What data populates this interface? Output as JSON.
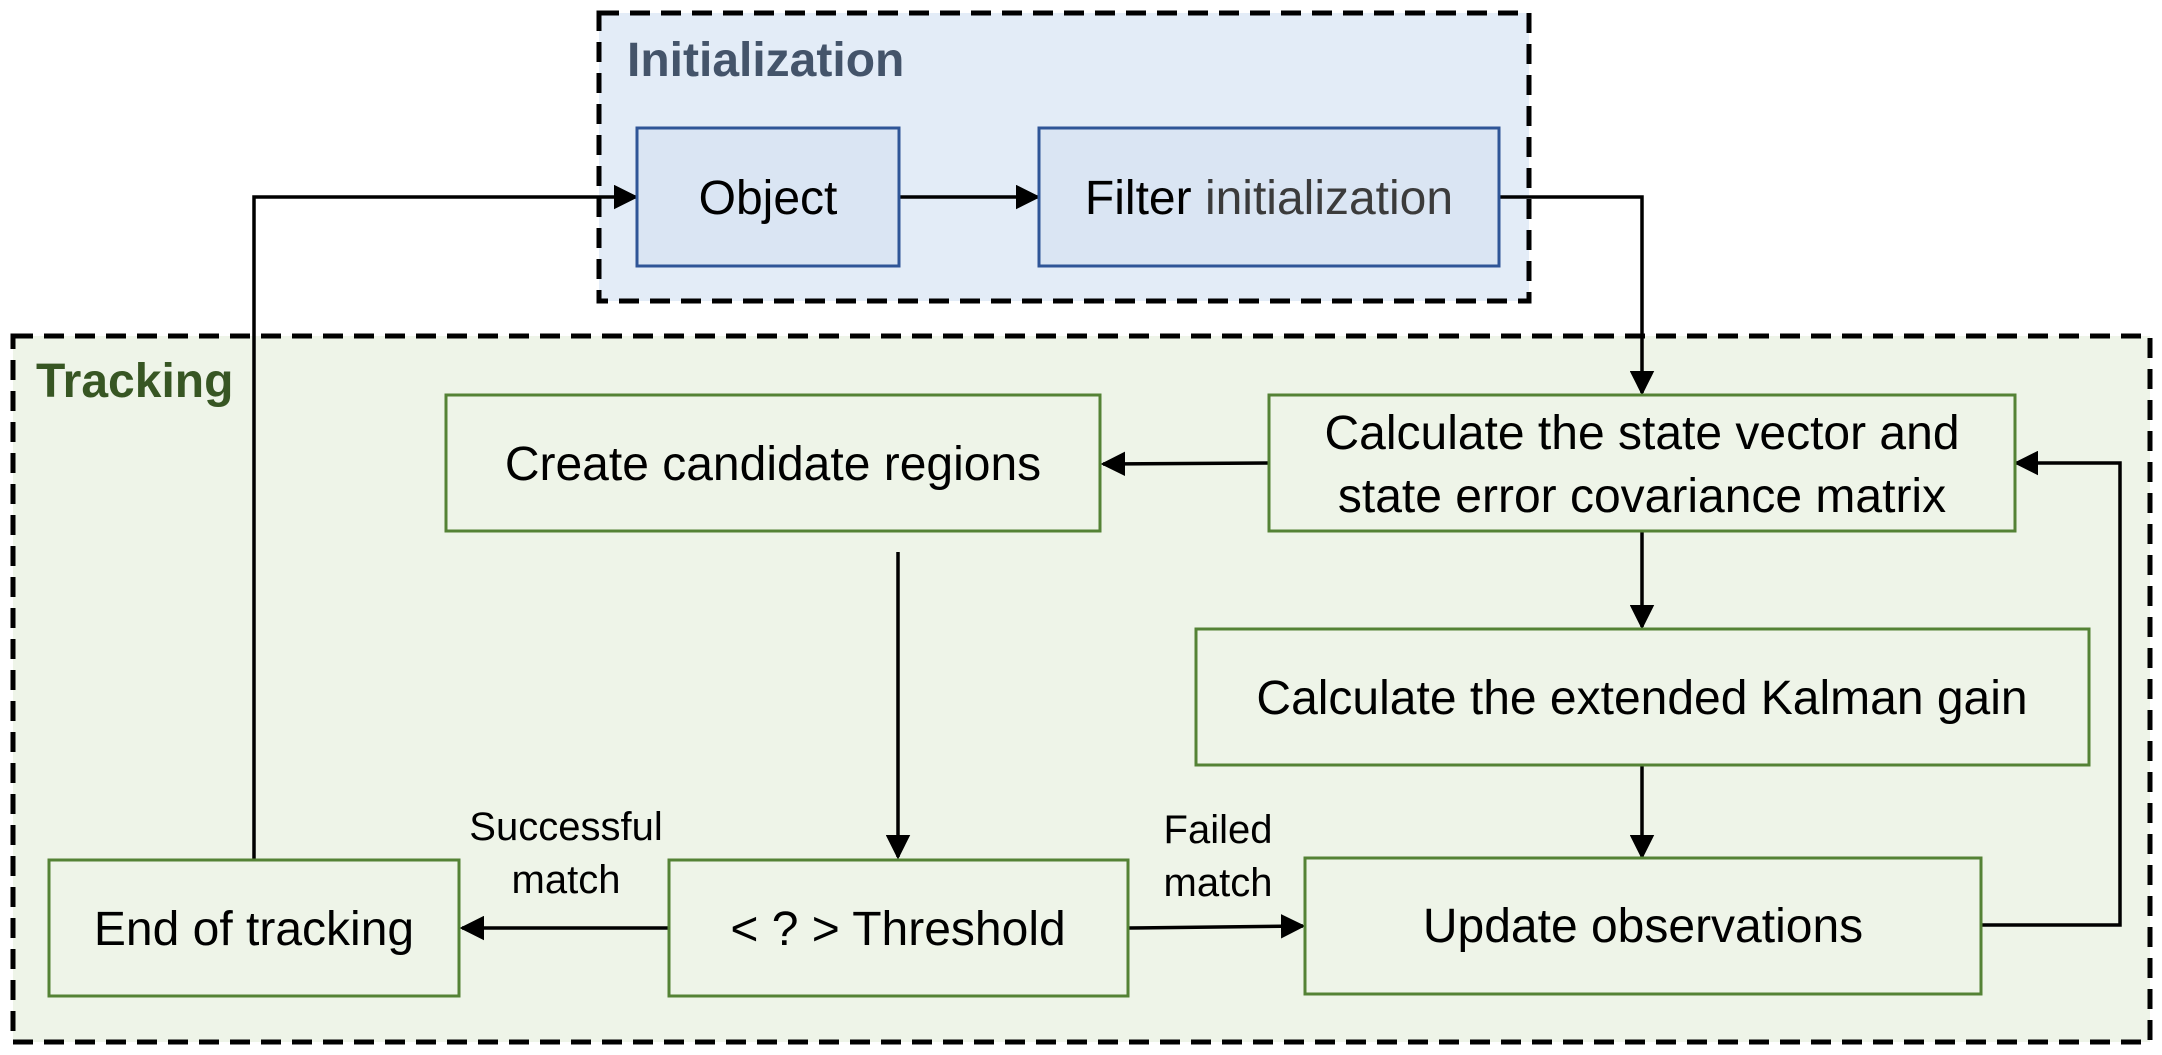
{
  "groups": {
    "initialization": {
      "title": "Initialization",
      "fill": "#e3ecf7",
      "title_color": "#44546a"
    },
    "tracking": {
      "title": "Tracking",
      "fill": "#eef4e8",
      "title_color": "#375623"
    }
  },
  "nodes": {
    "object": {
      "label": "Object",
      "border": "#2f5597"
    },
    "filter_init": {
      "label_a": "Filter",
      "label_b": "initialization",
      "border": "#2f5597"
    },
    "calc_state": {
      "line1": "Calculate the state vector and",
      "line2": "state error covariance matrix",
      "border": "#548235"
    },
    "candidate": {
      "label": "Create candidate regions",
      "border": "#548235"
    },
    "kalman": {
      "label": "Calculate the extended Kalman gain",
      "border": "#548235"
    },
    "update": {
      "label": "Update observations",
      "border": "#548235"
    },
    "threshold": {
      "label": "< ? > Threshold",
      "border": "#548235"
    },
    "end": {
      "label": "End of tracking",
      "border": "#548235"
    }
  },
  "edge_labels": {
    "success_1": "Successful",
    "success_2": "match",
    "failed_1": "Failed",
    "failed_2": "match"
  }
}
